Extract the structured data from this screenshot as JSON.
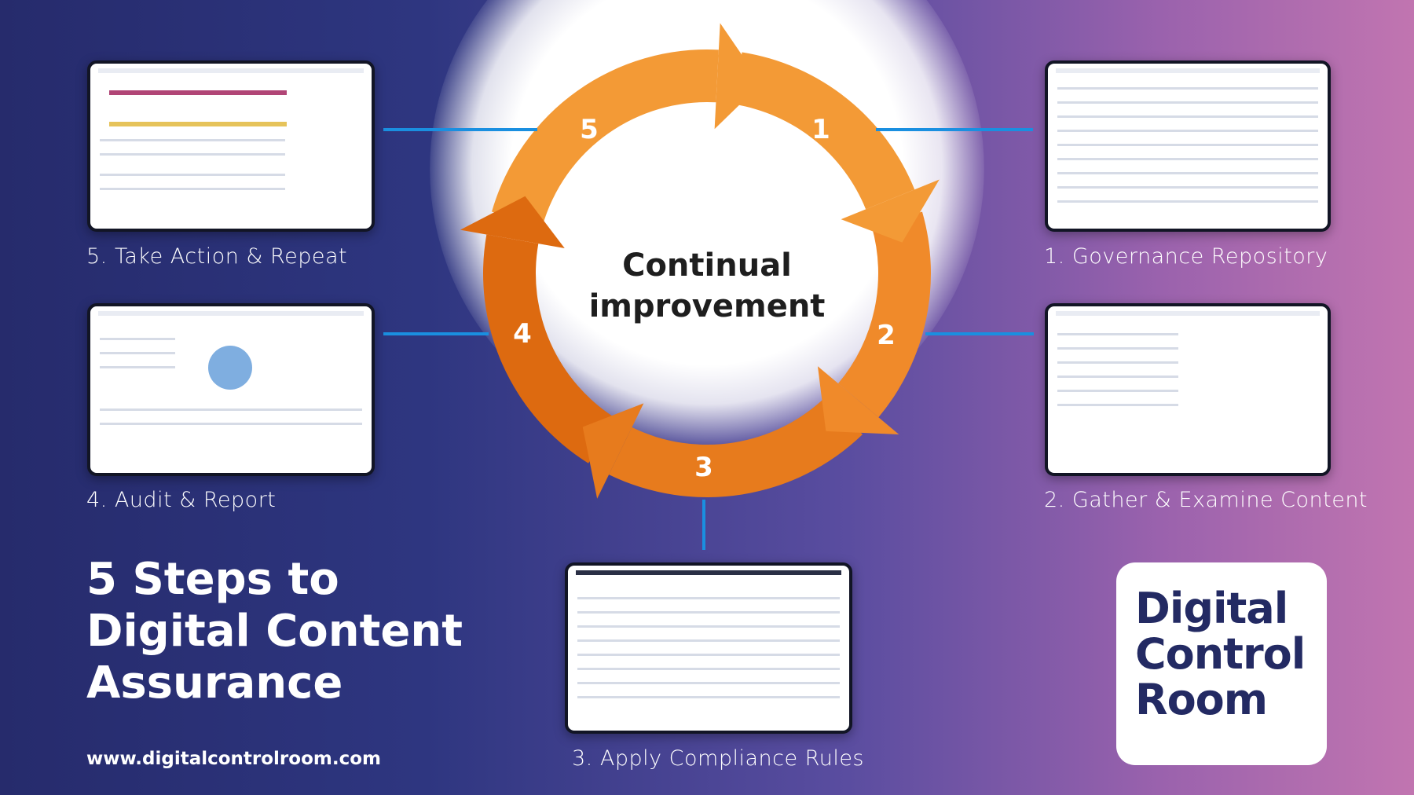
{
  "center": {
    "line1": "Continual",
    "line2": "improvement"
  },
  "cycle_numbers": [
    "1",
    "2",
    "3",
    "4",
    "5"
  ],
  "steps": [
    {
      "label": "1. Governance Repository"
    },
    {
      "label": "2. Gather & Examine Content"
    },
    {
      "label": "3. Apply Compliance Rules"
    },
    {
      "label": "4. Audit & Report"
    },
    {
      "label": "5. Take Action & Repeat"
    }
  ],
  "headline": {
    "line1": "5 Steps to",
    "line2": "Digital Content",
    "line3": "Assurance"
  },
  "url": "www.digitalcontrolroom.com",
  "logo": {
    "line1": "Digital",
    "line2": "Control",
    "line3": "Room"
  },
  "colors": {
    "arrow_light": "#f39a36",
    "arrow_dark": "#dd6a10",
    "connector": "#1a8fe0",
    "logo_text": "#232a63"
  }
}
